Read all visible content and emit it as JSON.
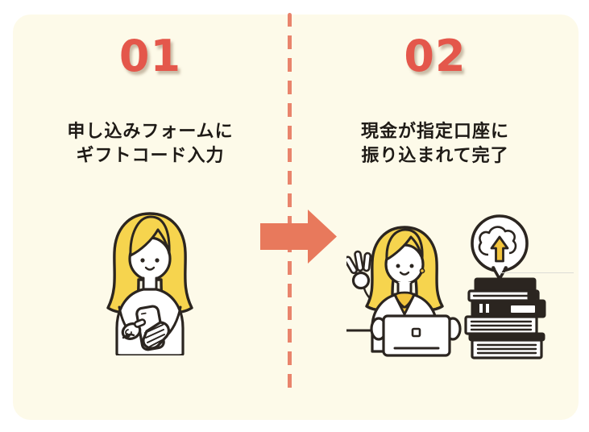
{
  "title": "gift-code-to-cash two-step infographic",
  "steps": [
    {
      "number": "01",
      "caption": [
        "申し込みフォームに",
        "ギフトコード入力"
      ],
      "illustration": "woman-entering-gift-code-on-smartphone"
    },
    {
      "number": "02",
      "caption": [
        "現金が指定口座に",
        "振り込まれて完了"
      ],
      "illustration": "woman-with-laptop-ok-sign-books-and-cloud-upload"
    }
  ],
  "divider": {
    "style": "vertical-dashed"
  },
  "arrow": {
    "direction": "right"
  },
  "colors": {
    "accent_red": "#E4574B",
    "arrow_coral": "#E8795C",
    "dash_coral": "#E9846C",
    "outline_dark": "#2B2520",
    "hair_yellow": "#F6D44E",
    "upload_arrow_yellow": "#F2C43D",
    "panel_bg": "#FDFAE9",
    "white": "#FFFFFF"
  }
}
